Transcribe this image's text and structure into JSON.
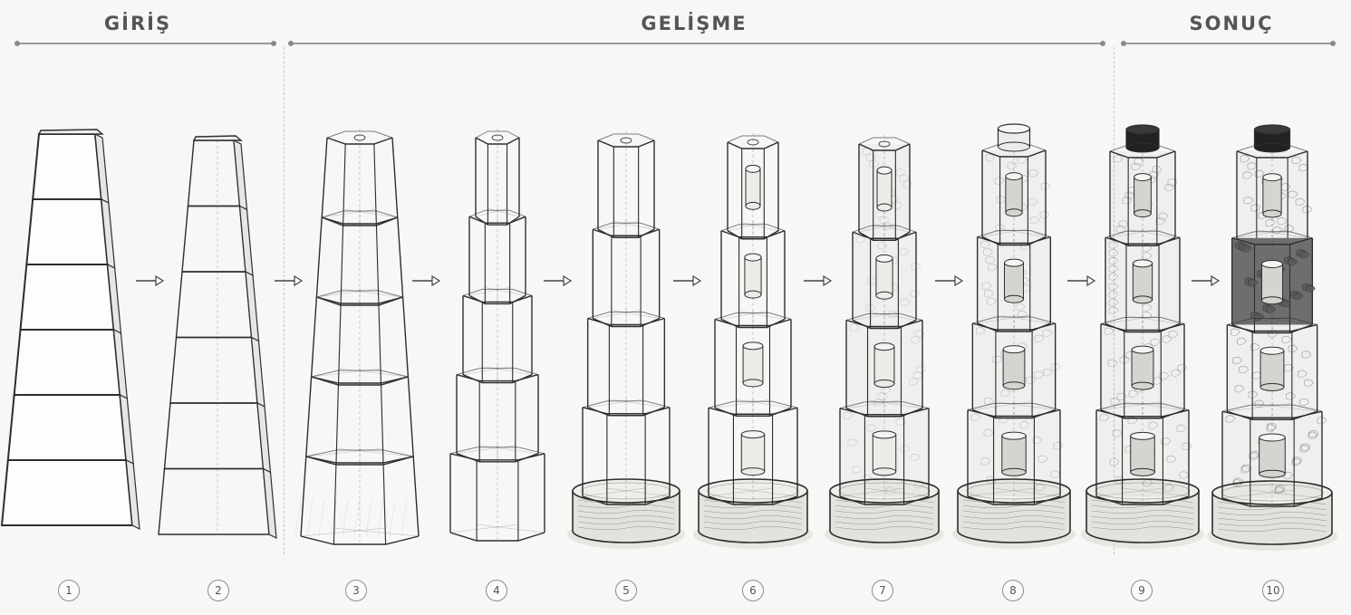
{
  "phases": [
    {
      "id": "intro",
      "label": "GİRİŞ"
    },
    {
      "id": "development",
      "label": "GELİŞME"
    },
    {
      "id": "result",
      "label": "SONUÇ"
    }
  ],
  "steps": [
    {
      "number": "1",
      "shape": "square-taper",
      "tiers": 6,
      "base": false,
      "cylinders": false,
      "infill": 0,
      "lid": "none"
    },
    {
      "number": "2",
      "shape": "square-taper",
      "tiers": 6,
      "base": false,
      "cylinders": false,
      "infill": 0,
      "lid": "none"
    },
    {
      "number": "3",
      "shape": "hex-taper",
      "tiers": 5,
      "base": false,
      "cylinders": false,
      "infill": 0,
      "lid": "none"
    },
    {
      "number": "4",
      "shape": "hex-stepped",
      "tiers": 5,
      "base": false,
      "cylinders": false,
      "infill": 0,
      "lid": "none"
    },
    {
      "number": "5",
      "shape": "hex-stepped",
      "tiers": 4,
      "base": true,
      "cylinders": false,
      "infill": 0,
      "lid": "none"
    },
    {
      "number": "6",
      "shape": "hex-stepped",
      "tiers": 4,
      "base": true,
      "cylinders": true,
      "infill": 0,
      "lid": "none"
    },
    {
      "number": "7",
      "shape": "hex-stepped",
      "tiers": 4,
      "base": true,
      "cylinders": true,
      "infill": 0.2,
      "lid": "none"
    },
    {
      "number": "8",
      "shape": "hex-stepped",
      "tiers": 4,
      "base": true,
      "cylinders": true,
      "infill": 0.35,
      "lid": "light"
    },
    {
      "number": "9",
      "shape": "hex-stepped",
      "tiers": 4,
      "base": true,
      "cylinders": true,
      "infill": 0.5,
      "lid": "dark"
    },
    {
      "number": "10",
      "shape": "hex-stepped",
      "tiers": 4,
      "base": true,
      "cylinders": true,
      "infill": 0.7,
      "lid": "dark"
    }
  ],
  "arrow_icon": "arrow-right-icon",
  "colors": {
    "ink": "#2e2e2e",
    "lid": "#222222",
    "dark_tier": "#6e6e6e"
  }
}
